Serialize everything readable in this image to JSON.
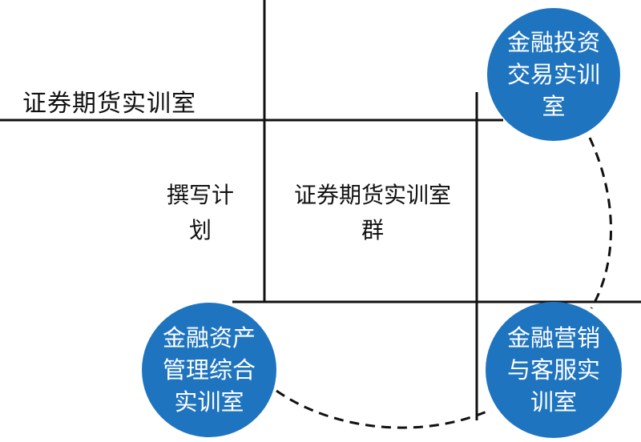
{
  "diagram": {
    "top_label": "证券期货实训室",
    "left_label": "撰写计划",
    "center_label": "证券期货实训室群",
    "nodes": {
      "trading": "金融投资交易实训室",
      "asset": "金融资产管理综合实训室",
      "service": "金融营销与客服实训室"
    },
    "colors": {
      "node_fill": "#1f74c0",
      "node_text": "#ffffff",
      "line": "#111111"
    }
  }
}
